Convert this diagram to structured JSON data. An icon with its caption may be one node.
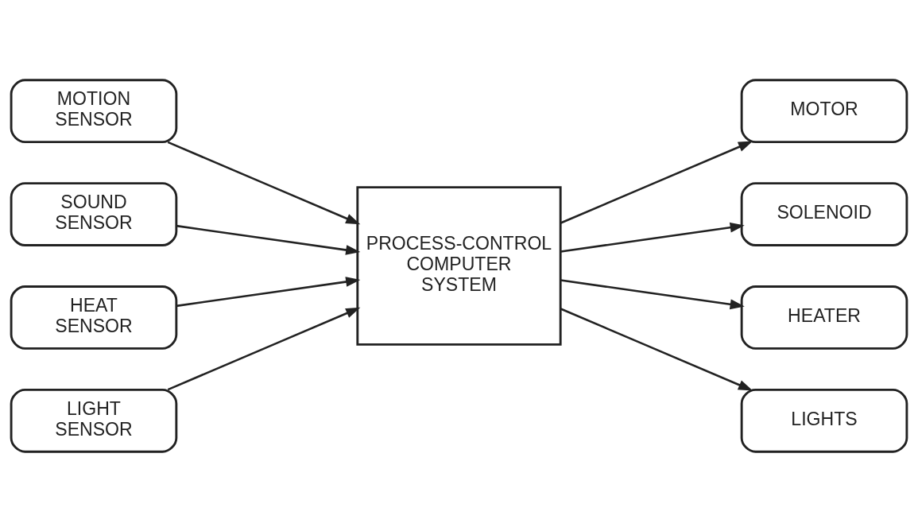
{
  "diagram": {
    "nodes": [
      {
        "text": [
          "MOTION SENSOR"
        ]
      },
      {
        "text": [
          "SOUND SENSOR"
        ]
      },
      {
        "text": [
          "HEAT SENSOR"
        ]
      },
      {
        "text": [
          "LIGHT SENSOR"
        ]
      },
      {
        "text": [
          "PROCESS-CONTROL COMPUTER SYSTEM"
        ]
      },
      {
        "text": [
          "MOTOR"
        ]
      },
      {
        "text": [
          "SOLENOID"
        ]
      },
      {
        "text": [
          "HEATER"
        ]
      },
      {
        "text": [
          "LIGHTS"
        ]
      }
    ],
    "edges": [
      {
        "from": 0,
        "to": 4,
        "arrow": "to"
      },
      {
        "from": 1,
        "to": 4,
        "arrow": "to"
      },
      {
        "from": 2,
        "to": 4,
        "arrow": "to"
      },
      {
        "from": 3,
        "to": 4,
        "arrow": "to"
      },
      {
        "from": 4,
        "to": 5,
        "arrow": "to"
      },
      {
        "from": 4,
        "to": 6,
        "arrow": "to"
      },
      {
        "from": 4,
        "to": 7,
        "arrow": "to"
      },
      {
        "from": 4,
        "to": 8,
        "arrow": "to"
      }
    ]
  }
}
